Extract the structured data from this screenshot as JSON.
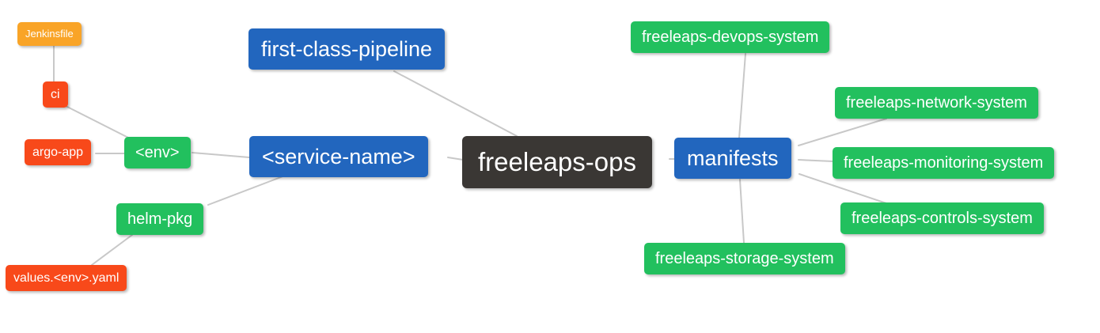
{
  "colors": {
    "root_node_bg": "#3a3734",
    "branch_node_bg": "#2266be",
    "level3_node_bg": "#22c05e",
    "level4_node_bg": "#f8491a",
    "level5_node_bg": "#f9a427",
    "edge_stroke": "#c8c8c8",
    "node_text": "#ffffff",
    "background": "#ffffff"
  },
  "nodes": [
    {
      "id": "freeleaps-ops",
      "label": "freeleaps-ops"
    },
    {
      "id": "first-class-pipeline",
      "label": "first-class-pipeline"
    },
    {
      "id": "service-name",
      "label": "<service-name>"
    },
    {
      "id": "env",
      "label": "<env>"
    },
    {
      "id": "ci",
      "label": "ci"
    },
    {
      "id": "jenkinsfile",
      "label": "Jenkinsfile"
    },
    {
      "id": "argo-app",
      "label": "argo-app"
    },
    {
      "id": "helm-pkg",
      "label": "helm-pkg"
    },
    {
      "id": "values-env-yaml",
      "label": "values.<env>.yaml"
    },
    {
      "id": "manifests",
      "label": "manifests"
    },
    {
      "id": "freeleaps-devops-system",
      "label": "freeleaps-devops-system"
    },
    {
      "id": "freeleaps-network-system",
      "label": "freeleaps-network-system"
    },
    {
      "id": "freeleaps-monitoring-system",
      "label": "freeleaps-monitoring-system"
    },
    {
      "id": "freeleaps-controls-system",
      "label": "freeleaps-controls-system"
    },
    {
      "id": "freeleaps-storage-system",
      "label": "freeleaps-storage-system"
    }
  ],
  "edges": [
    {
      "from": "freeleaps-ops",
      "to": "first-class-pipeline"
    },
    {
      "from": "freeleaps-ops",
      "to": "service-name"
    },
    {
      "from": "freeleaps-ops",
      "to": "manifests"
    },
    {
      "from": "service-name",
      "to": "env"
    },
    {
      "from": "service-name",
      "to": "helm-pkg"
    },
    {
      "from": "env",
      "to": "ci"
    },
    {
      "from": "env",
      "to": "argo-app"
    },
    {
      "from": "ci",
      "to": "jenkinsfile"
    },
    {
      "from": "helm-pkg",
      "to": "values-env-yaml"
    },
    {
      "from": "manifests",
      "to": "freeleaps-devops-system"
    },
    {
      "from": "manifests",
      "to": "freeleaps-network-system"
    },
    {
      "from": "manifests",
      "to": "freeleaps-monitoring-system"
    },
    {
      "from": "manifests",
      "to": "freeleaps-controls-system"
    },
    {
      "from": "manifests",
      "to": "freeleaps-storage-system"
    }
  ]
}
